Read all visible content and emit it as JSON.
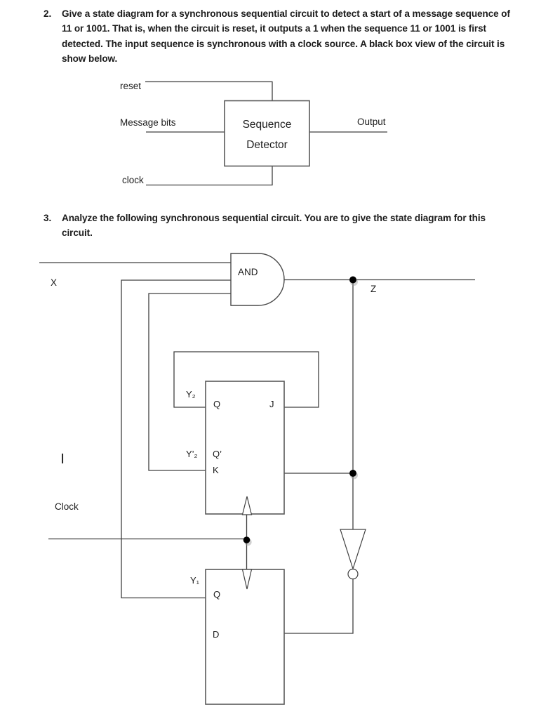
{
  "problems": {
    "q2": {
      "number": "2.",
      "lines": [
        "Give a state diagram for a synchronous sequential circuit to detect a start of a message sequence of",
        "11 or 1001. That is, when the circuit is reset, it outputs a 1 when the sequence 11 or 1001 is first",
        "detected. The input sequence is synchronous with a clock source. A black box view of the circuit is",
        "show below."
      ]
    },
    "q3": {
      "number": "3.",
      "lines": [
        "Analyze the following synchronous sequential circuit. You are to give the state diagram for this",
        "circuit."
      ]
    }
  },
  "block_diagram": {
    "reset_label": "reset",
    "message_label": "Message bits",
    "clock_label": "clock",
    "output_label": "Output",
    "box_title_line1": "Sequence",
    "box_title_line2": "Detector"
  },
  "circuit": {
    "input_label": "X",
    "output_label": "Z",
    "and_gate_label": "AND",
    "clock_label": "Clock",
    "cursor_mark": "|",
    "jk_flipflop": {
      "feedback_label": "Y₂",
      "q_label": "Q",
      "j_label": "J",
      "feedback_prime_label": "Y’₂",
      "q_prime_label": "Q’",
      "k_label": "K"
    },
    "d_flipflop": {
      "feedback_label": "Y₁",
      "q_label": "Q",
      "d_label": "D"
    }
  },
  "colors": {
    "background": "#ffffff",
    "text": "#1c1c1c",
    "wire": "#404040",
    "box_border": "#595959",
    "junction_dot": "#000000"
  }
}
